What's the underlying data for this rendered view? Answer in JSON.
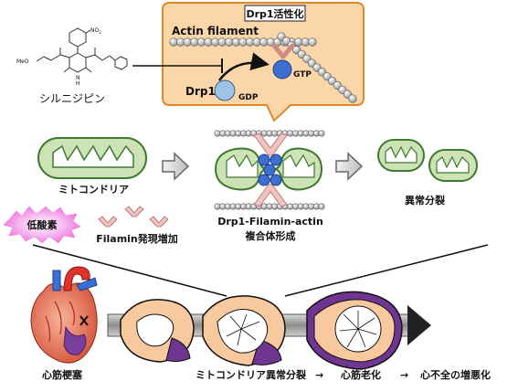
{
  "callout": {
    "title": "Drp1活性化",
    "actin_label": "Actin filament",
    "drp1_label": "Drp1",
    "gdp_label": "GDP",
    "gtp_label": "GTP"
  },
  "drug": {
    "name": "シルニジピン",
    "no2": "NO",
    "no2_sub": "2",
    "meo": "MeO",
    "n": "N",
    "h": "H"
  },
  "labels": {
    "mitochondria": "ミトコンドリア",
    "hypoxia": "低酸素",
    "filamin_up": "Filamin発現増加",
    "complex_line1": "Drp1-Filamin-actin",
    "complex_line2": "複合体形成",
    "fission": "異常分裂"
  },
  "bottom": {
    "mi": "心筋梗塞",
    "progression_1": "ミトコンドリア異常分裂",
    "arrow": "→",
    "progression_2": "心筋老化",
    "progression_3": "心不全の増悪化"
  },
  "colors": {
    "callout_fill": "#fad6a8",
    "callout_stroke": "#e0872b",
    "mito_fill": "#cde3b6",
    "mito_stroke": "#3d7a30",
    "drp1_gdp": "#9dc3e6",
    "drp1_gtp": "#3d6fd0",
    "filamin": "#f3c3c0",
    "hypoxia": "#f27fe3",
    "heart_tissue": "#f8c89e",
    "infarct": "#6e3690"
  }
}
